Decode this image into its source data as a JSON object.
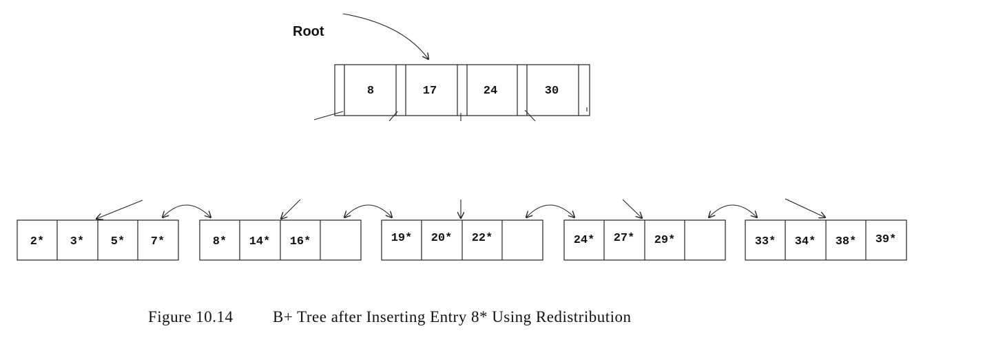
{
  "root": {
    "label": "Root",
    "keys": [
      "8",
      "17",
      "24",
      "30"
    ]
  },
  "leaves": [
    [
      "2*",
      "3*",
      "5*",
      "7*"
    ],
    [
      "8*",
      "14*",
      "16*",
      ""
    ],
    [
      "19*",
      "20*",
      "22*",
      ""
    ],
    [
      "24*",
      "27*",
      "29*",
      ""
    ],
    [
      "33*",
      "34*",
      "38*",
      "39*"
    ]
  ],
  "caption": {
    "number": "Figure 10.14",
    "text": "B+ Tree after Inserting Entry 8* Using Redistribution"
  }
}
